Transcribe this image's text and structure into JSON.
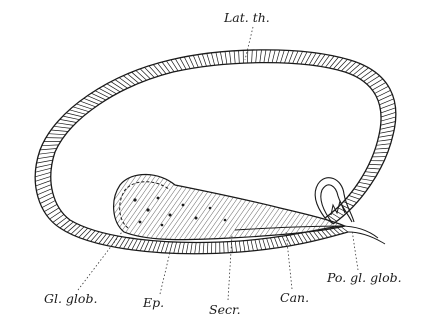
{
  "labels": {
    "lat_th": "Lat. th.",
    "gl_glob": "Gl. glob.",
    "ep": "Ep.",
    "secr": "Secr.",
    "can": "Can.",
    "po_gl_glob": "Po. gl. glob."
  }
}
